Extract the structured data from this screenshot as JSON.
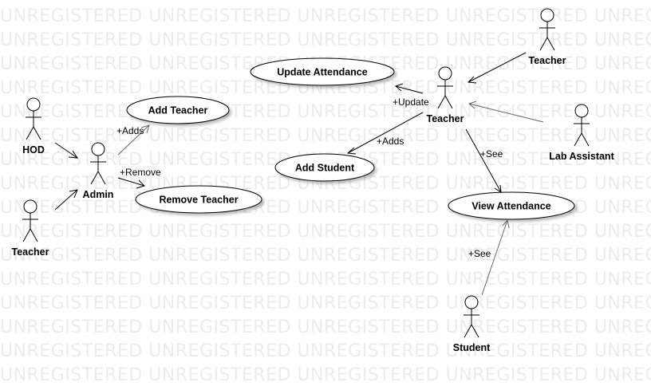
{
  "watermark": "UNREGISTERED UNREGISTERED UNREGISTERED UNREGISTERED UNREGISTERED",
  "actors": {
    "hod": "HOD",
    "admin": "Admin",
    "teacher_left": "Teacher",
    "teacher_top": "Teacher",
    "teacher_center": "Teacher",
    "lab_assistant": "Lab Assistant",
    "student": "Student"
  },
  "use_cases": {
    "update_attendance": "Update Attendance",
    "add_teacher": "Add Teacher",
    "remove_teacher": "Remove Teacher",
    "add_student": "Add Student",
    "view_attendance": "View Attendance"
  },
  "relations": {
    "admin_adds": "+Adds",
    "admin_remove": "+Remove",
    "teacher_update": "+Update",
    "teacher_adds": "+Adds",
    "teacher_see": "+See",
    "student_see": "+See"
  }
}
